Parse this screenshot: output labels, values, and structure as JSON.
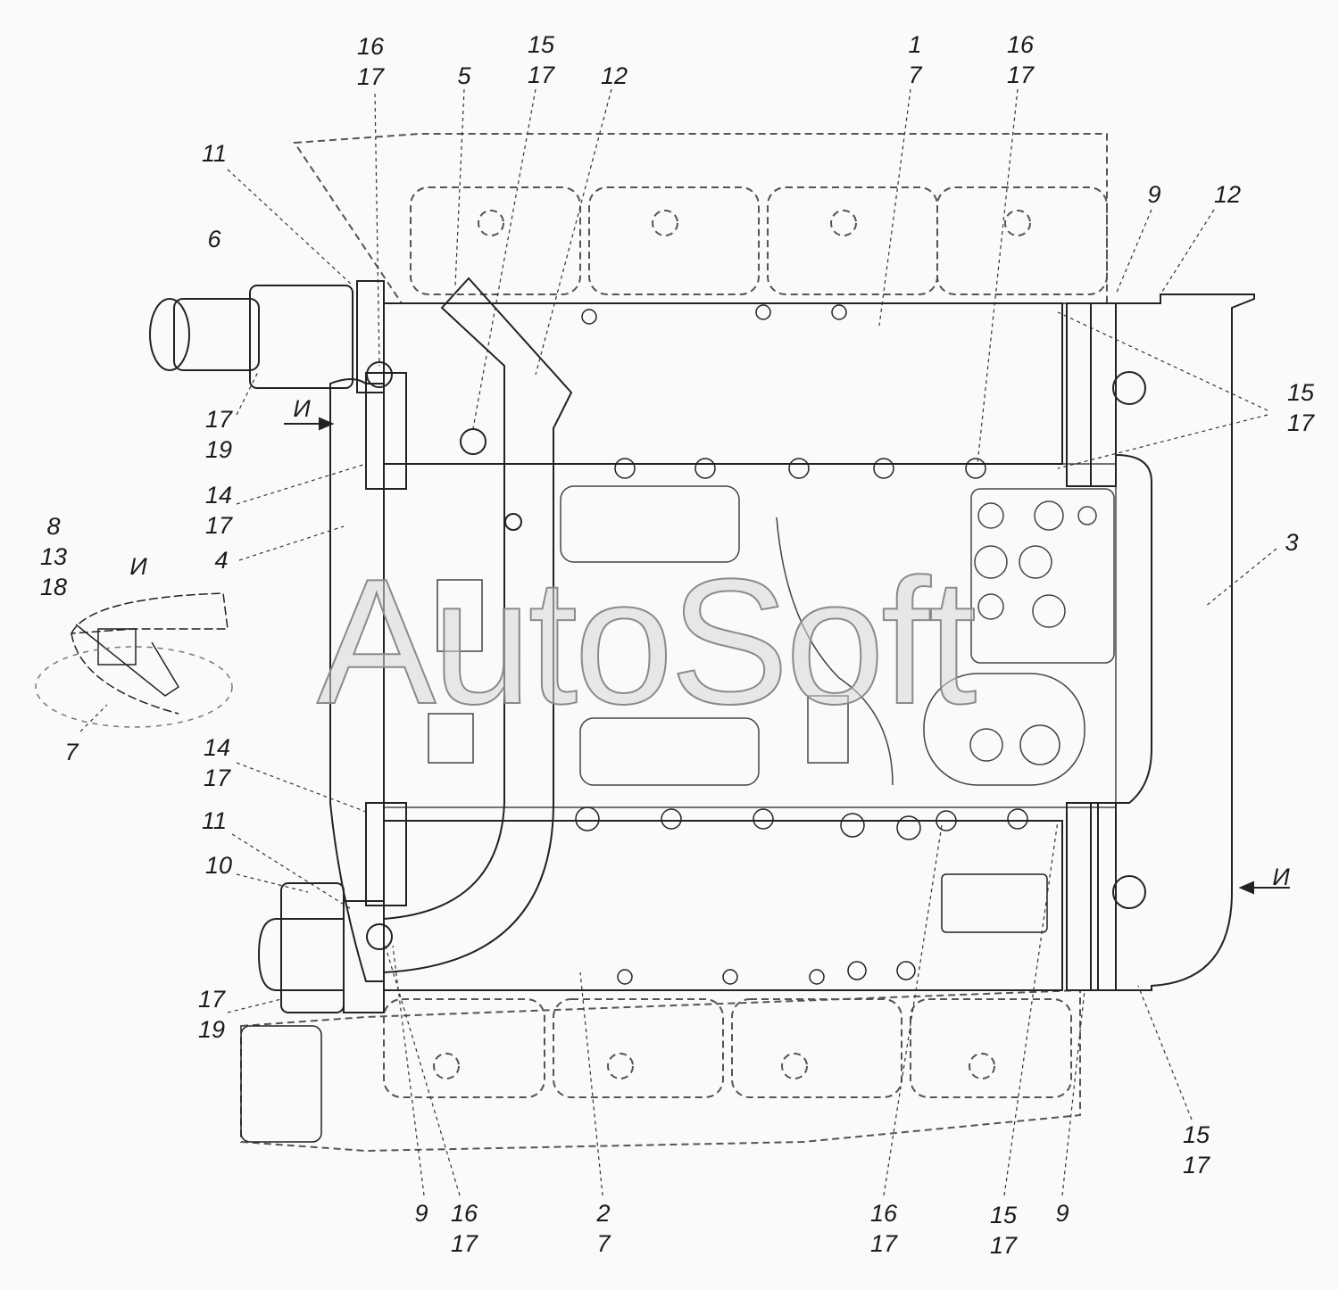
{
  "watermark": "AutoSoft",
  "view_marker": "И",
  "labels": [
    {
      "l1": "16",
      "l2": "17"
    },
    {
      "l1": "15",
      "l2": "17"
    },
    {
      "l1": "5"
    },
    {
      "l1": "12"
    },
    {
      "l1": "1",
      "l2": "7"
    },
    {
      "l1": "16",
      "l2": "17"
    },
    {
      "l1": "11"
    },
    {
      "l1": "6"
    },
    {
      "l1": "9"
    },
    {
      "l1": "12"
    },
    {
      "l1": "15",
      "l2": "17"
    },
    {
      "l1": "17",
      "l2": "19"
    },
    {
      "l1": "14",
      "l2": "17"
    },
    {
      "l1": "4"
    },
    {
      "l1": "3"
    },
    {
      "l1": "8",
      "l2": "13",
      "l3": "18"
    },
    {
      "l1": "7"
    },
    {
      "l1": "14",
      "l2": "17"
    },
    {
      "l1": "11"
    },
    {
      "l1": "10"
    },
    {
      "l1": "17",
      "l2": "19"
    },
    {
      "l1": "9"
    },
    {
      "l1": "16",
      "l2": "17"
    },
    {
      "l1": "2",
      "l2": "7"
    },
    {
      "l1": "16",
      "l2": "17"
    },
    {
      "l1": "15",
      "l2": "17"
    },
    {
      "l1": "9"
    },
    {
      "l1": "15",
      "l2": "17"
    }
  ]
}
